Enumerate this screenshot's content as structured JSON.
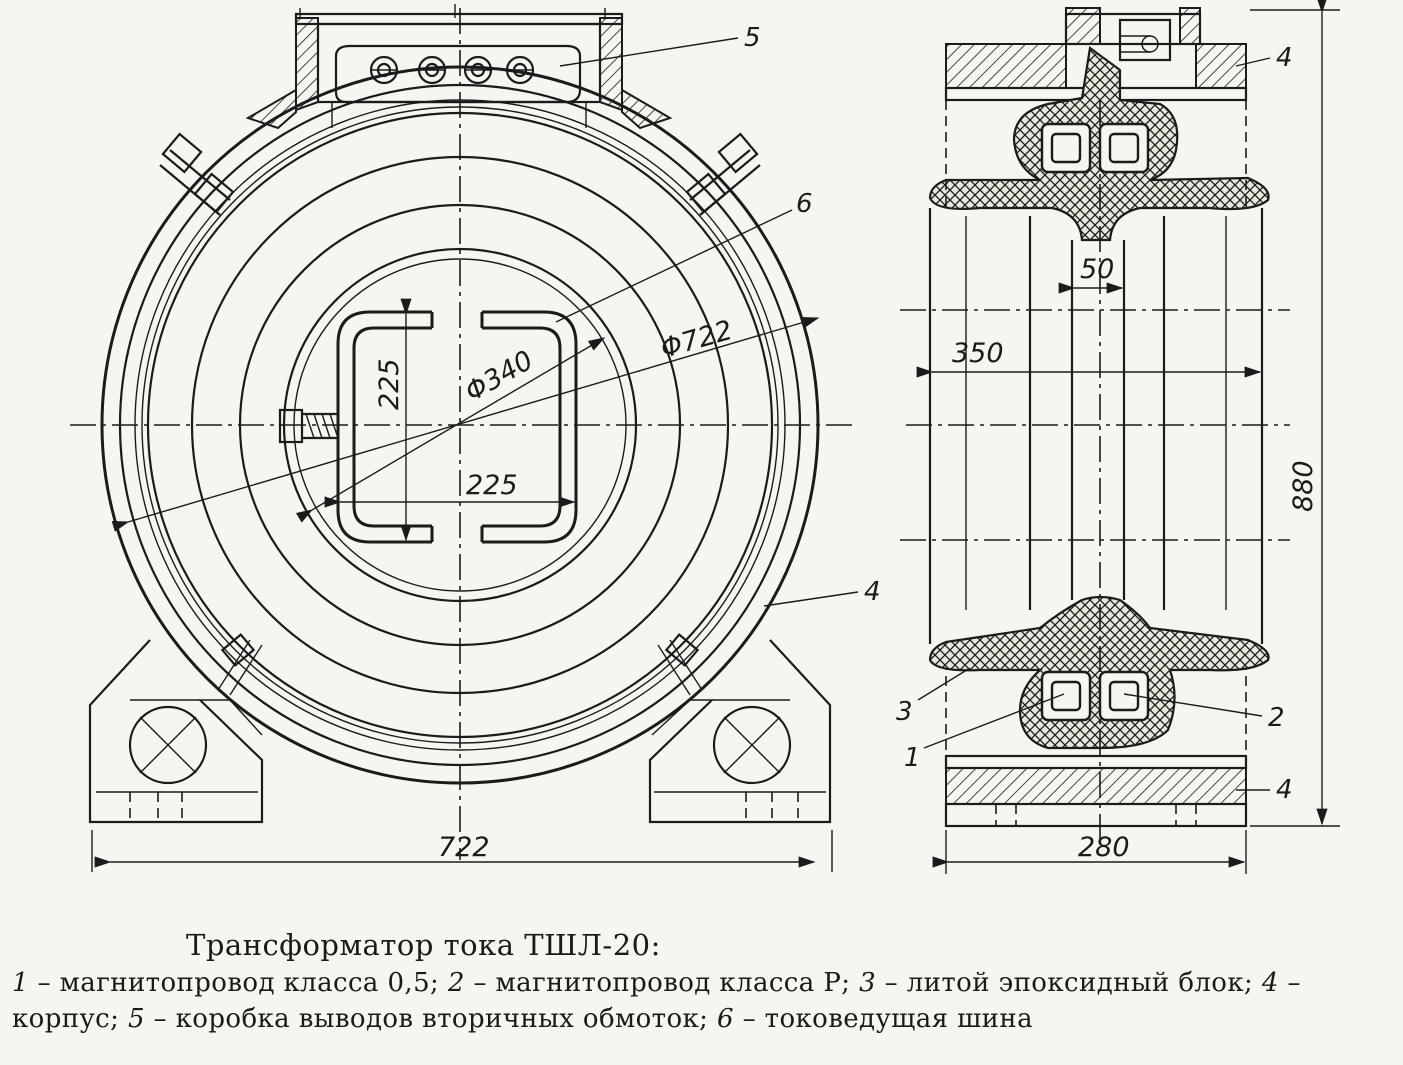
{
  "dimensions": {
    "front_width": "722",
    "outer_diameter": "Φ722",
    "window_diameter": "Φ340",
    "window_height": "225",
    "window_width": "225",
    "side_total_height": "880",
    "side_inner_width": "350",
    "side_base_width": "280",
    "bus_gap": "50"
  },
  "callouts": {
    "box": "5",
    "bus": "6",
    "housing_front": "4",
    "housing_side_top": "4",
    "housing_side_bottom": "4",
    "epoxy_block": "3",
    "core_05": "1",
    "core_p": "2"
  },
  "caption": {
    "title": "Трансформатор тока ТШЛ-20:",
    "items": [
      {
        "num": "1",
        "text": " – магнитопровод класса 0,5; "
      },
      {
        "num": "2",
        "text": " – магнитопровод класса Р; "
      },
      {
        "num": "3",
        "text": " – литой эпоксидный блок; "
      },
      {
        "num": "4",
        "text": " –"
      },
      {
        "num": "",
        "text": "корпус; "
      },
      {
        "num": "5",
        "text": " – коробка выводов вторичных обмоток; "
      },
      {
        "num": "6",
        "text": " – токоведущая шина"
      }
    ]
  }
}
